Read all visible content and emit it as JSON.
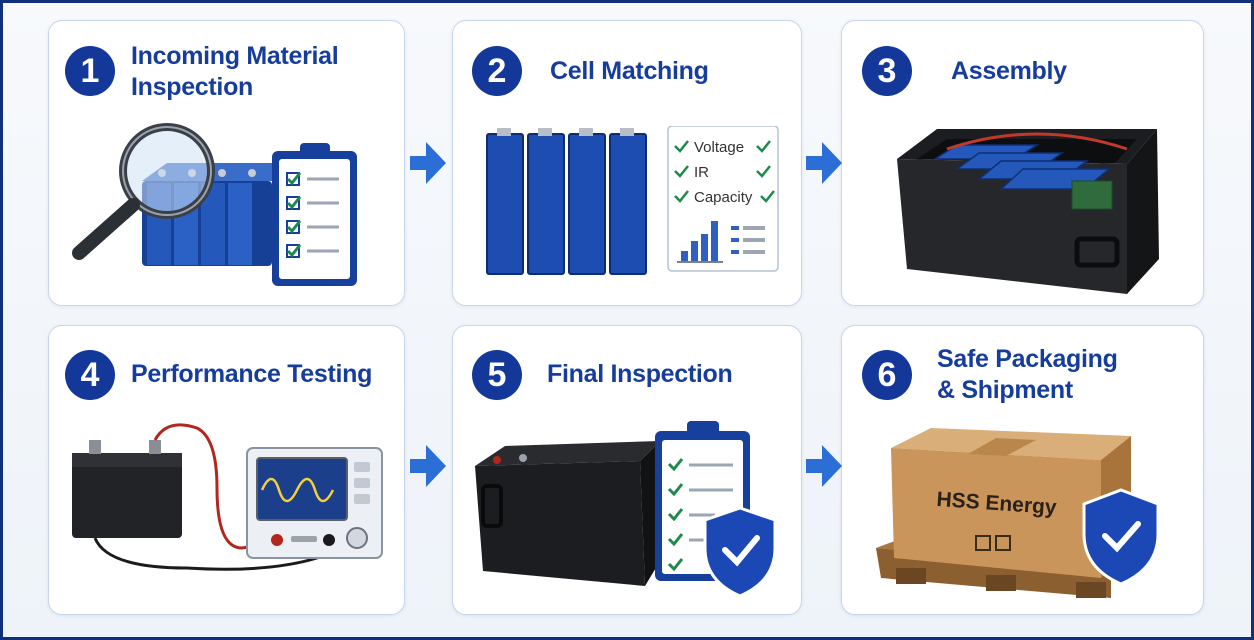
{
  "steps": [
    {
      "number": "1",
      "title_line1": "Incoming Material",
      "title_line2": "Inspection"
    },
    {
      "number": "2",
      "title_line1": "Cell Matching",
      "title_line2": ""
    },
    {
      "number": "3",
      "title_line1": "Assembly",
      "title_line2": ""
    },
    {
      "number": "4",
      "title_line1": "Performance Testing",
      "title_line2": ""
    },
    {
      "number": "5",
      "title_line1": "Final Inspection",
      "title_line2": ""
    },
    {
      "number": "6",
      "title_line1": "Safe Packaging",
      "title_line2": "& Shipment"
    }
  ],
  "checklist_items": [
    "Voltage",
    "IR",
    "Capacity"
  ],
  "box_brand": "HSS Energy",
  "colors": {
    "primary": "#13389a",
    "cell_blue": "#1e4fae",
    "check_green": "#1f8a4c",
    "arrow_blue": "#2b6fd6"
  }
}
